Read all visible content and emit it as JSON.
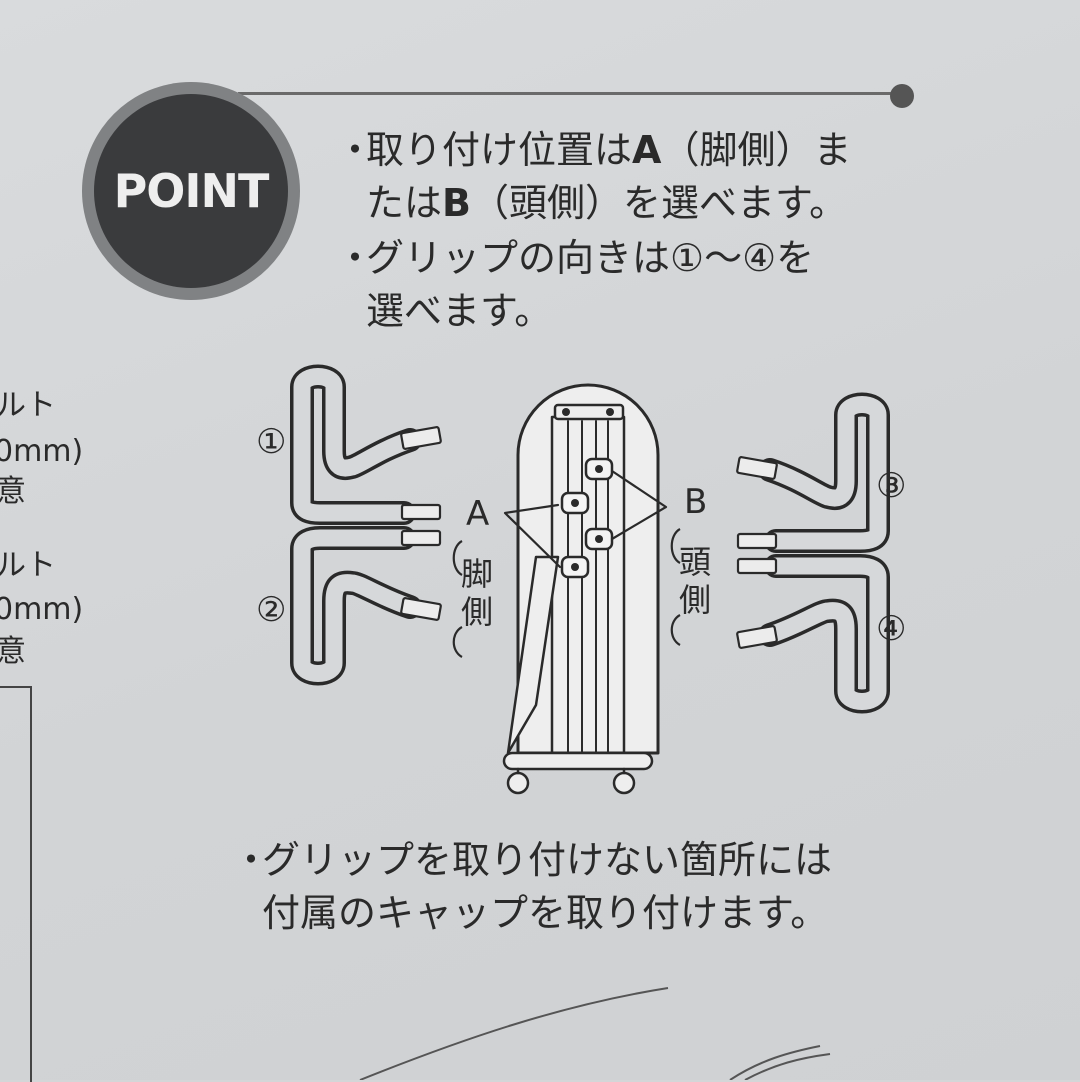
{
  "badge": {
    "label": "POINT"
  },
  "notes": [
    {
      "bullet": "・",
      "lines": [
        {
          "p1": "取り付け位置は",
          "b1": "A",
          "p2": "（脚側）ま"
        },
        {
          "p1": "たは",
          "b1": "B",
          "p2": "（頭側）を選べます。"
        }
      ]
    },
    {
      "bullet": "・",
      "lines": [
        {
          "text": "グリップの向きは①～④を"
        },
        {
          "text": "選べます。"
        }
      ]
    },
    {
      "bullet": "・",
      "lines": [
        {
          "text": "グリップを取り付けない箇所には"
        },
        {
          "text": "付属のキャップを取り付けます。"
        }
      ]
    }
  ],
  "diagram": {
    "grip_labels": [
      "①",
      "②",
      "③",
      "④"
    ],
    "position_a": {
      "letter": "A",
      "chars": [
        "脚",
        "側"
      ]
    },
    "position_b": {
      "letter": "B",
      "chars": [
        "頭",
        "側"
      ]
    }
  },
  "left_margin_fragments": [
    "ルト",
    "0mm)",
    "意",
    "ルト",
    "0mm)",
    "意"
  ]
}
